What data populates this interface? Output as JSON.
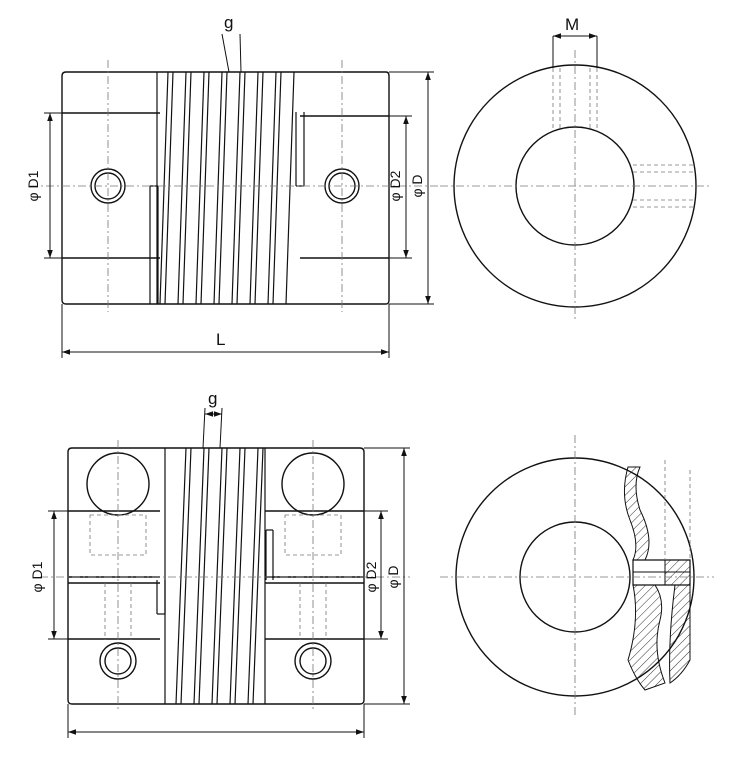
{
  "top": {
    "gap_label": "g",
    "d1_label": "φ D1",
    "d2_label": "φ D2",
    "d_label": "φ D",
    "length_label": "L",
    "screw_label": "M"
  },
  "bottom": {
    "gap_label": "g",
    "d1_label": "φ D1",
    "d2_label": "φ D2",
    "d_label": "φ D"
  }
}
